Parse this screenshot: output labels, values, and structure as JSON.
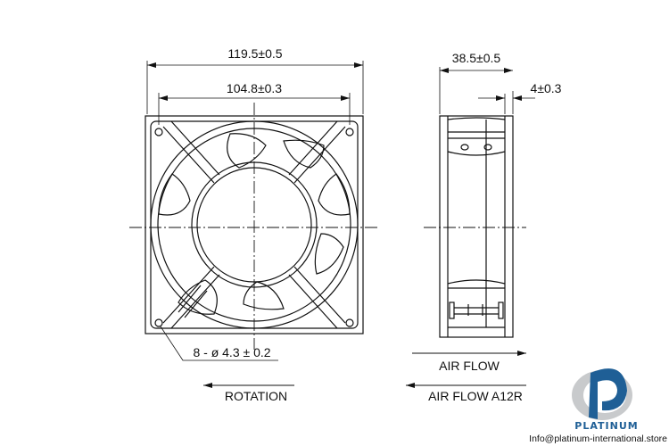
{
  "front_view": {
    "overall_width": "119.5±0.5",
    "hole_spacing": "104.8±0.3",
    "mounting_holes": "8 - ø 4.3 ± 0.2",
    "rotation_label": "ROTATION"
  },
  "side_view": {
    "depth": "38.5±0.5",
    "flange": "4±0.3",
    "airflow_label": "AIR FLOW",
    "airflow_alt_label": "AIR FLOW A12R"
  },
  "branding": {
    "logo_text": "PLATINUM",
    "email": "Info@platinum-international.store",
    "colors": {
      "blue": "#1f5f96",
      "gray": "#c8cacc"
    }
  }
}
